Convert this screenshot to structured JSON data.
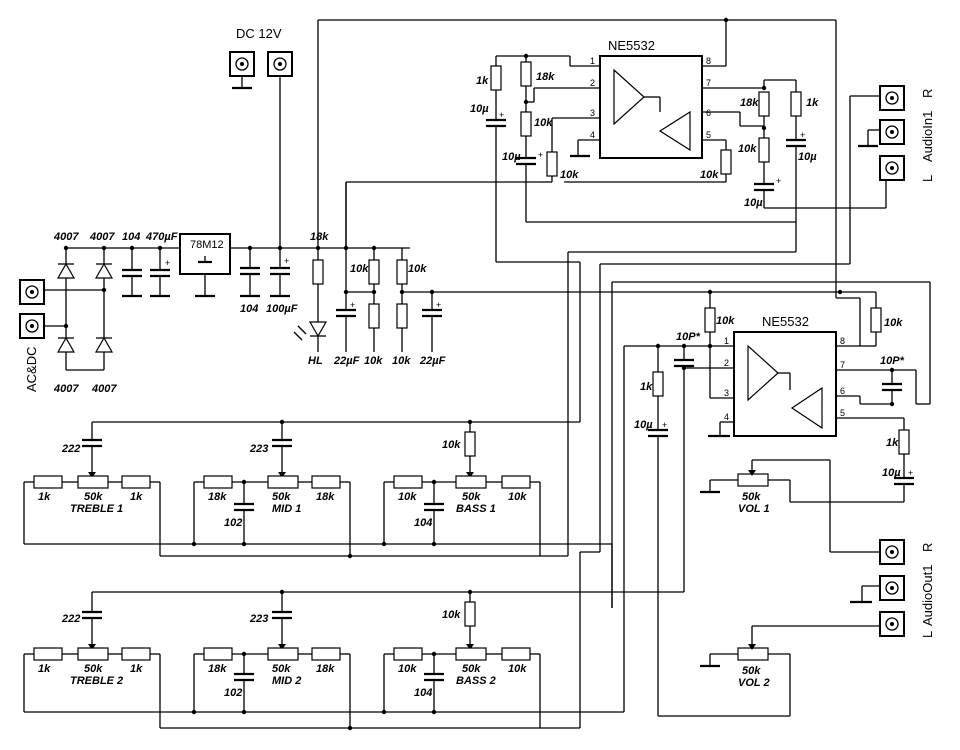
{
  "labels": {
    "dc_input": "DC 12V",
    "acdc": "AC&DC",
    "regulator": "78M12",
    "opamp1": "NE5532",
    "opamp2": "NE5532",
    "audio_in": "AudioIn1",
    "audio_out": "AudioOut1",
    "ch_r": "R",
    "ch_l": "L",
    "led": "HL"
  },
  "power_parts": {
    "d1": "4007",
    "d2": "4007",
    "d3": "4007",
    "d4": "4007",
    "c104a": "104",
    "c470": "470µF",
    "c104b": "104",
    "c100": "100µF",
    "r18k": "18k",
    "r10k_a": "10k",
    "r10k_b": "10k",
    "r10k_c": "10k",
    "r10k_d": "10k",
    "c22a": "22µF",
    "c22b": "22µF"
  },
  "amp1_parts": {
    "r1k_l": "1k",
    "c10u_l": "10µ",
    "r18k_l": "18k",
    "r10k_l": "10k",
    "c10u_l2": "10µ",
    "r10k_l2": "10k",
    "p1": "1",
    "p2": "2",
    "p3": "3",
    "p4": "4",
    "p5": "5",
    "p6": "6",
    "p7": "7",
    "p8": "8",
    "r18k_r": "18k",
    "r1k_r": "1k",
    "r10k_r": "10k",
    "c10u_r": "10µ",
    "r10k_r2": "10k",
    "c10u_r2": "10µ"
  },
  "amp2_parts": {
    "c10p_l": "10P*",
    "r10k_t": "10k",
    "r1k": "1k",
    "c10u": "10µ",
    "p1": "1",
    "p2": "2",
    "p3": "3",
    "p4": "4",
    "p5": "5",
    "p6": "6",
    "p7": "7",
    "p8": "8",
    "r10k_r": "10k",
    "c10p_r": "10P*",
    "r1k_r": "1k",
    "c10u_r": "10µ",
    "vol1": "VOL 1",
    "vol1_val": "50k",
    "vol2": "VOL 2",
    "vol2_val": "50k"
  },
  "tone1": {
    "c_treble": "222",
    "c_mid": "223",
    "r_bass": "10k",
    "r1": "1k",
    "treble_pot": "50k",
    "r2": "1k",
    "treble": "TREBLE 1",
    "r3": "18k",
    "mid_pot": "50k",
    "r4": "18k",
    "mid": "MID 1",
    "c_mid2": "102",
    "r5": "10k",
    "bass_pot": "50k",
    "r6": "10k",
    "bass": "BASS 1",
    "c_bass": "104"
  },
  "tone2": {
    "c_treble": "222",
    "c_mid": "223",
    "r_bass": "10k",
    "r1": "1k",
    "treble_pot": "50k",
    "r2": "1k",
    "treble": "TREBLE 2",
    "r3": "18k",
    "mid_pot": "50k",
    "r4": "18k",
    "mid": "MID 2",
    "c_mid2": "102",
    "r5": "10k",
    "bass_pot": "50k",
    "r6": "10k",
    "bass": "BASS 2",
    "c_bass": "104"
  }
}
